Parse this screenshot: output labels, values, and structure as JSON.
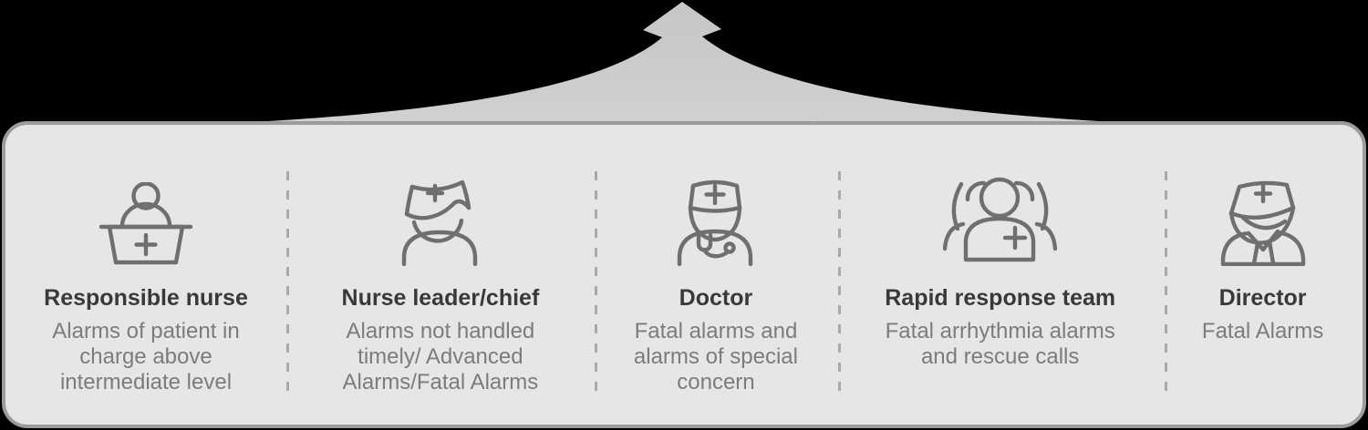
{
  "diagram": {
    "kind": "alarm-escalation-hierarchy",
    "arrow_direction": "up"
  },
  "colors": {
    "page_background": "#000000",
    "panel_background": "#e6e6e6",
    "panel_border": "#9c9c9c",
    "arrow_top": "#c5c6c8",
    "arrow_bottom": "#d1d1d3",
    "title_text": "#3b3838",
    "description_text": "#7c7c7c",
    "icon_stroke": "#6f6f6f",
    "divider": "#a9a9a9"
  },
  "escalation_levels": [
    {
      "icon": "reception-nurse-icon",
      "title": "Responsible nurse",
      "description": "Alarms of patient in\ncharge above\nintermediate level"
    },
    {
      "icon": "nurse-leader-icon",
      "title": "Nurse leader/chief",
      "description": "Alarms not handled\ntimely/ Advanced\nAlarms/Fatal Alarms"
    },
    {
      "icon": "doctor-icon",
      "title": "Doctor",
      "description": "Fatal alarms and\nalarms of special\nconcern"
    },
    {
      "icon": "rapid-response-team-icon",
      "title": "Rapid response team",
      "description": "Fatal arrhythmia alarms\nand rescue calls"
    },
    {
      "icon": "director-icon",
      "title": "Director",
      "description": "Fatal Alarms"
    }
  ]
}
